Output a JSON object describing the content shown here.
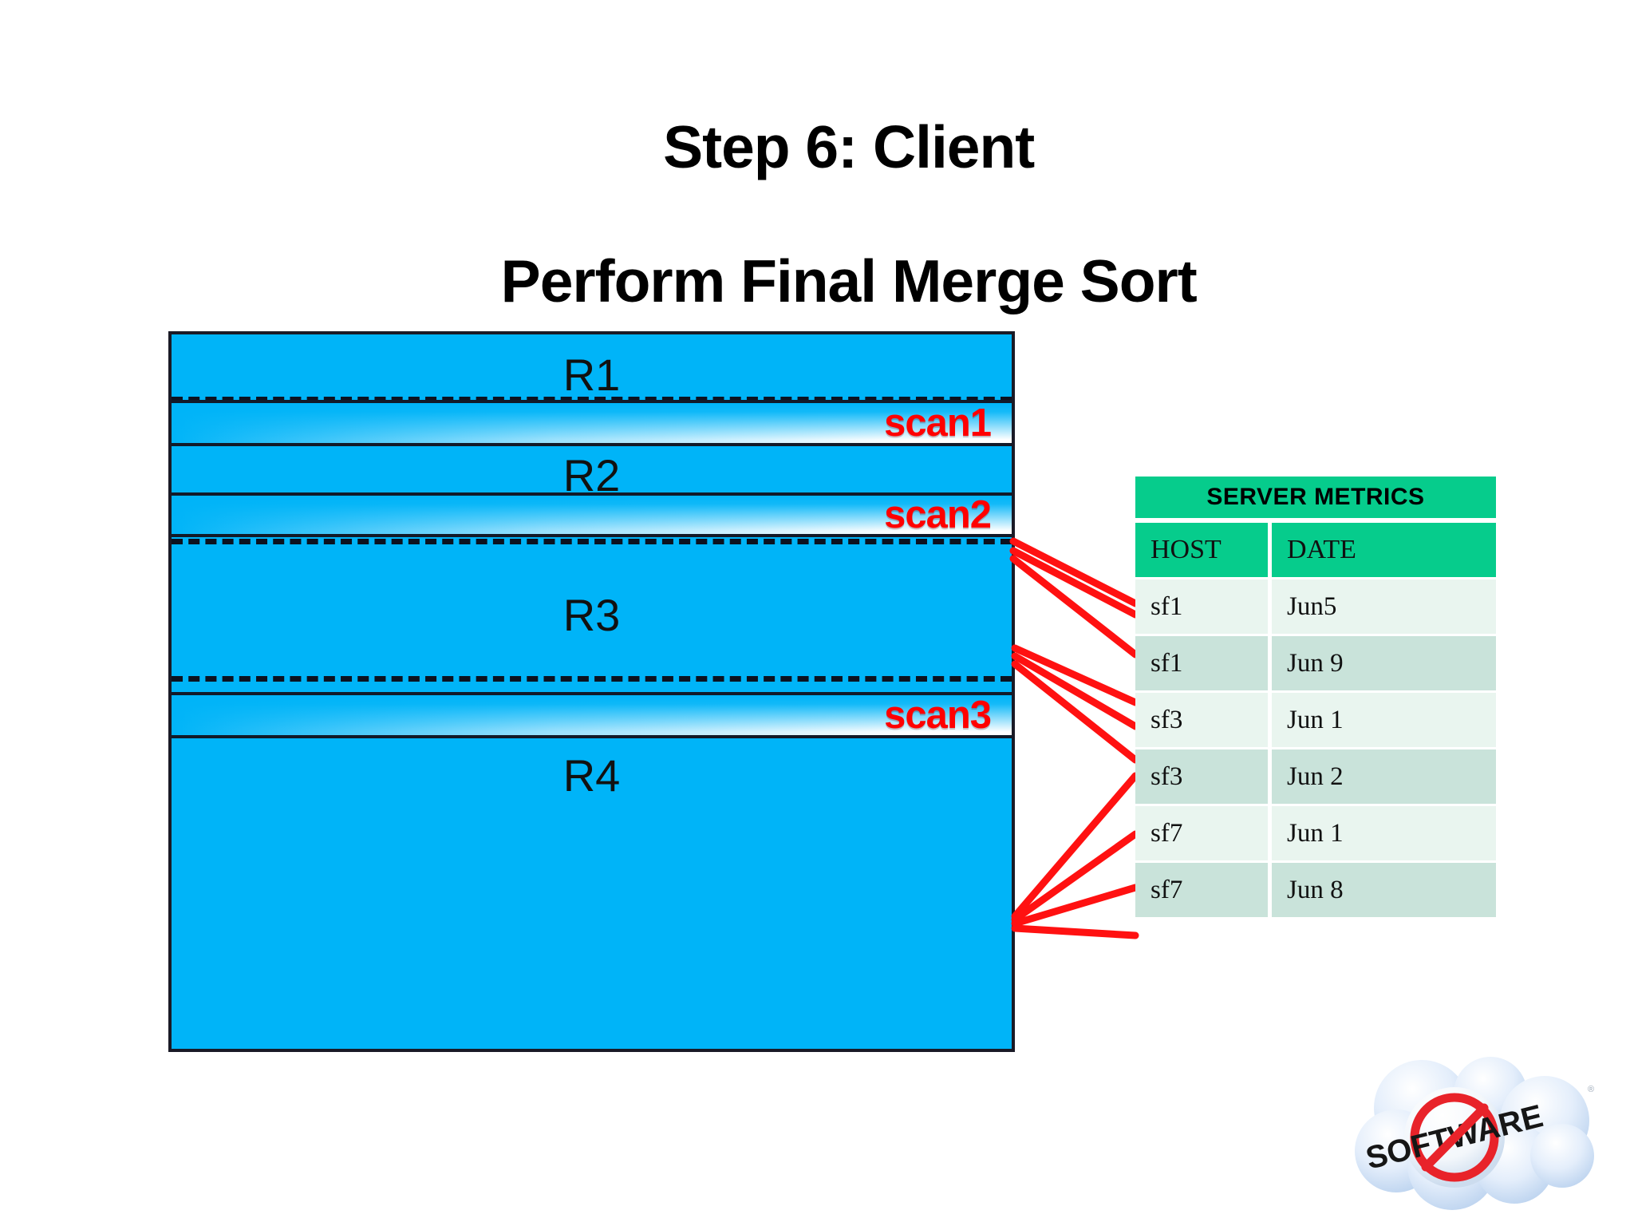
{
  "slide": {
    "title_line1": "Step 6: Client",
    "title_line2": "Perform Final Merge Sort",
    "background": "#FFFFFF"
  },
  "colors": {
    "region_blue": "#00B4F8",
    "table_green": "#06CC8C",
    "row_light": "#E9F5EF",
    "row_dark": "#C9E3DA",
    "scan_red": "#FF0000",
    "outline": "#121A28"
  },
  "diagram": {
    "regions": [
      {
        "label": "R1"
      },
      {
        "label": "R2"
      },
      {
        "label": "R3"
      },
      {
        "label": "R4"
      }
    ],
    "scans": [
      {
        "label": "scan1"
      },
      {
        "label": "scan2"
      },
      {
        "label": "scan3"
      }
    ],
    "connections": [
      {
        "from": "scan1",
        "to_rows": [
          0,
          1
        ]
      },
      {
        "from": "scan2",
        "to_rows": [
          2,
          3
        ]
      },
      {
        "from": "scan3",
        "to_rows": [
          3,
          4,
          5
        ]
      }
    ]
  },
  "table": {
    "title": "SERVER METRICS",
    "columns": [
      "HOST",
      "DATE"
    ],
    "rows": [
      [
        "sf1",
        "Jun5"
      ],
      [
        "sf1",
        "Jun 9"
      ],
      [
        "sf3",
        "Jun 1"
      ],
      [
        "sf3",
        "Jun 2"
      ],
      [
        "sf7",
        "Jun 1"
      ],
      [
        "sf7",
        "Jun 8"
      ]
    ]
  },
  "logo": {
    "name": "no-software-cloud-logo",
    "badge_text": "SOFTWARE"
  }
}
